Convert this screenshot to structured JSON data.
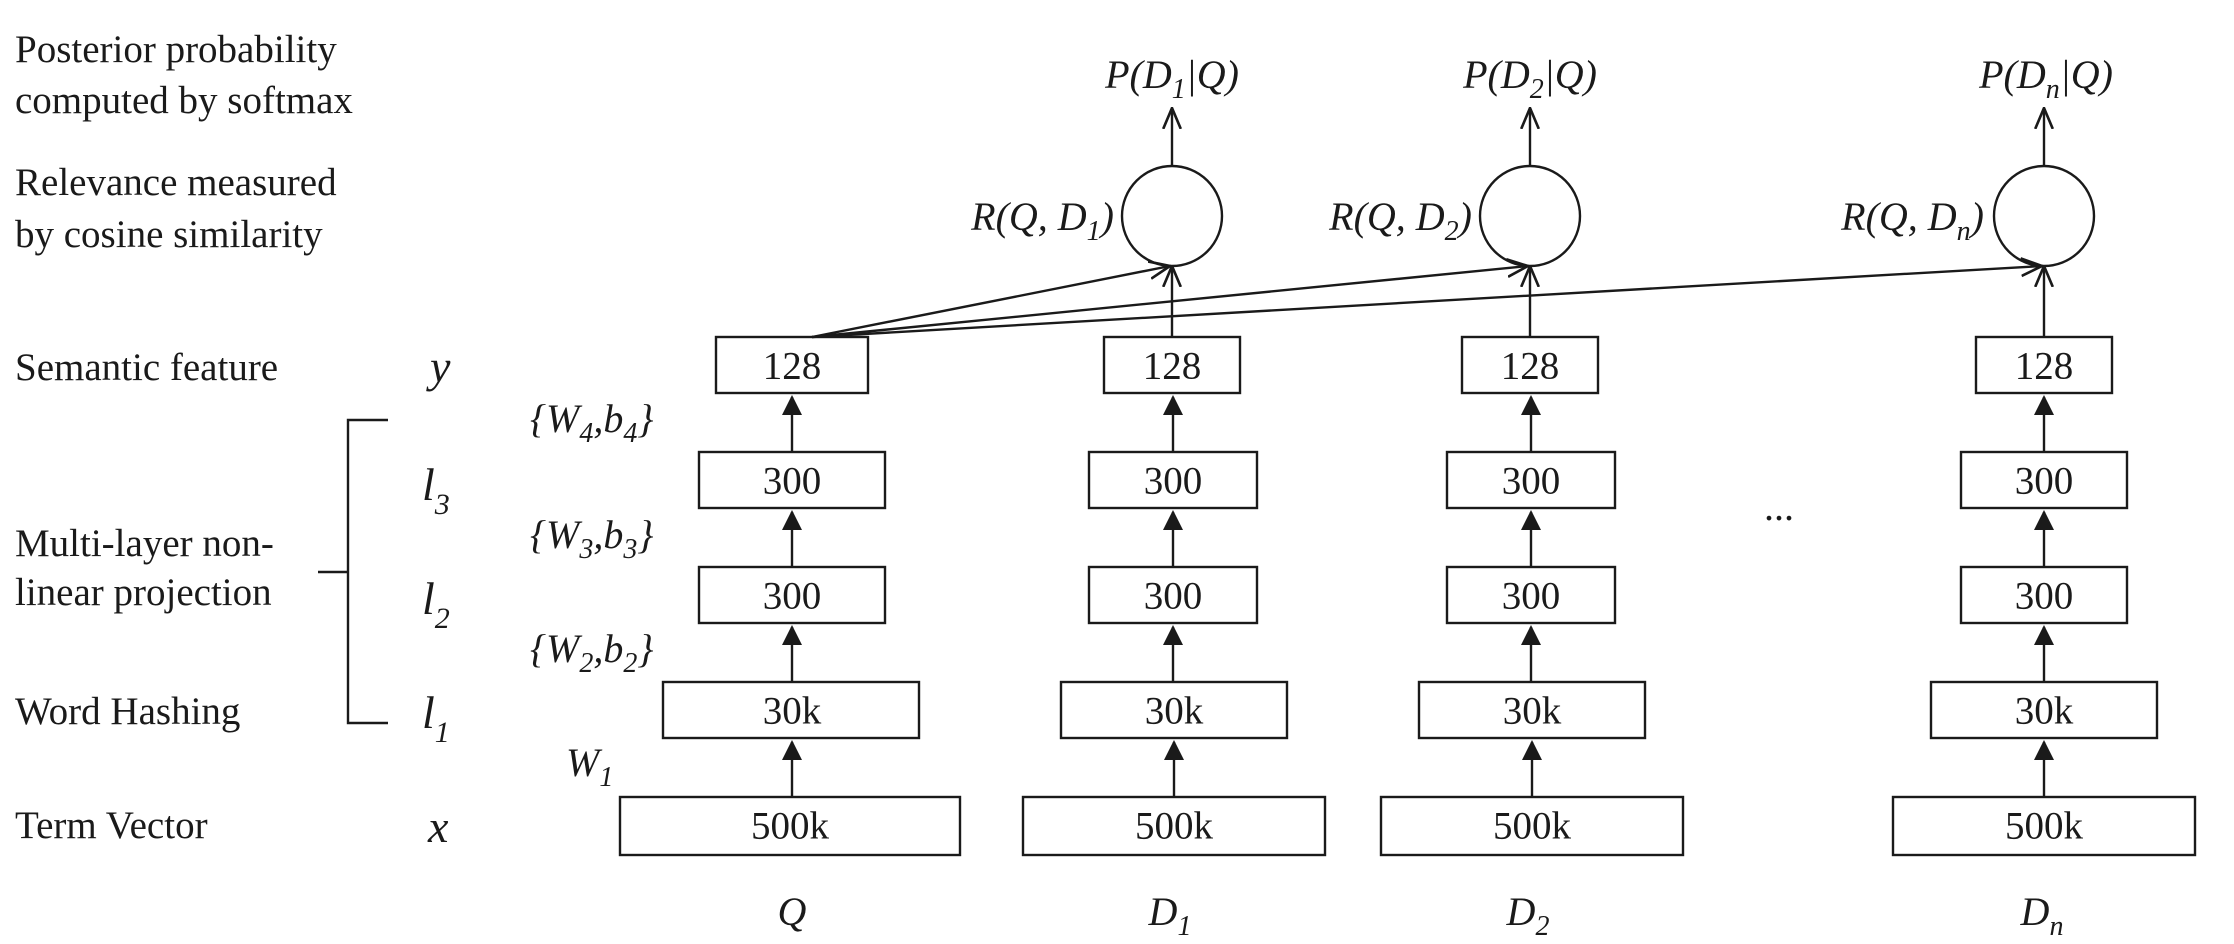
{
  "left_labels": {
    "posterior_line1": "Posterior probability",
    "posterior_line2": "computed by softmax",
    "relevance_line1": "Relevance measured",
    "relevance_line2": "by cosine similarity",
    "semantic": "Semantic feature",
    "multilayer_line1": "Multi-layer non-",
    "multilayer_line2": "linear projection",
    "word_hashing": "Word Hashing",
    "term_vector": "Term Vector"
  },
  "layer_symbols": {
    "y": "y",
    "l3": "l",
    "l3_sub": "3",
    "l2": "l",
    "l2_sub": "2",
    "l1": "l",
    "l1_sub": "1",
    "x": "x"
  },
  "weights": {
    "w4": {
      "open": "{",
      "W": "W",
      "Wsub": "4",
      "comma": ",",
      "b": "b",
      "bsub": "4",
      "close": "}"
    },
    "w3": {
      "open": "{",
      "W": "W",
      "Wsub": "3",
      "comma": ",",
      "b": "b",
      "bsub": "3",
      "close": "}"
    },
    "w2": {
      "open": "{",
      "W": "W",
      "Wsub": "2",
      "comma": ",",
      "b": "b",
      "bsub": "2",
      "close": "}"
    },
    "w1": {
      "W": "W",
      "Wsub": "1"
    }
  },
  "box_values": {
    "semantic": "128",
    "l3": "300",
    "l2": "300",
    "l1": "30k",
    "x": "500k"
  },
  "columns": [
    {
      "name": "Q",
      "sub": ""
    },
    {
      "name": "D",
      "sub": "1",
      "R_pre": "R(Q, D",
      "R_post": ")",
      "P_pre": "P(D",
      "P_post": "|Q)"
    },
    {
      "name": "D",
      "sub": "2",
      "R_pre": "R(Q, D",
      "R_post": ")",
      "P_pre": "P(D",
      "P_post": "|Q)"
    },
    {
      "name": "D",
      "sub": "n",
      "R_pre": "R(Q, D",
      "R_post": ")",
      "P_pre": "P(D",
      "P_post": "|Q)"
    }
  ],
  "ellipsis": "..."
}
